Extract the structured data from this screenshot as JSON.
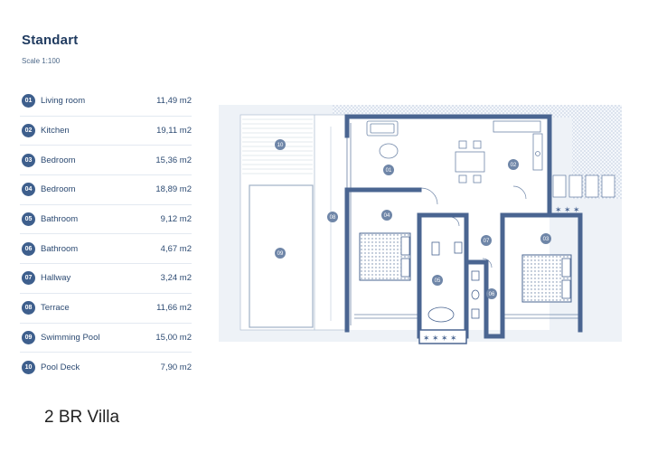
{
  "header": {
    "title": "Standart",
    "scale": "Scale 1:100"
  },
  "rooms": [
    {
      "num": "01",
      "name": "Living room",
      "area": "11,49 m2"
    },
    {
      "num": "02",
      "name": "Kitchen",
      "area": "19,11 m2"
    },
    {
      "num": "03",
      "name": "Bedroom",
      "area": "15,36 m2"
    },
    {
      "num": "04",
      "name": "Bedroom",
      "area": "18,89 m2"
    },
    {
      "num": "05",
      "name": "Bathroom",
      "area": "9,12 m2"
    },
    {
      "num": "06",
      "name": "Bathroom",
      "area": "4,67 m2"
    },
    {
      "num": "07",
      "name": "Hallway",
      "area": "3,24 m2"
    },
    {
      "num": "08",
      "name": "Terrace",
      "area": "11,66 m2"
    },
    {
      "num": "09",
      "name": "Swimming Pool",
      "area": "15,00 m2"
    },
    {
      "num": "10",
      "name": "Pool Deck",
      "area": "7,90 m2"
    }
  ],
  "caption": "2 BR Villa",
  "colors": {
    "wall": "#4a6591",
    "badge": "#3e5f8d",
    "text": "#1f3a5f",
    "ground": "#eef2f7"
  }
}
